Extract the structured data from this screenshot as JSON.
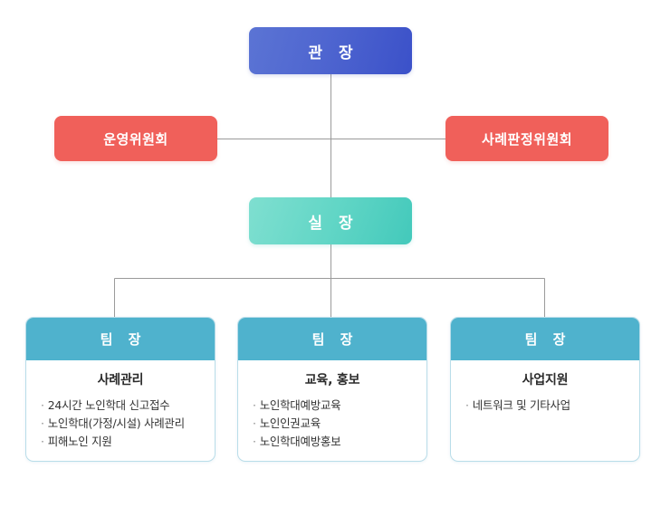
{
  "chart": {
    "type": "org-chart",
    "title": "",
    "colors": {
      "director": "#4f66d0",
      "committee": "#f0605a",
      "manager": "#62d6c6",
      "team_header": "#4fb2cd",
      "team_border": "#b9dde9",
      "connector_line": "#9a9a9a",
      "background": "#ffffff"
    },
    "bullet_glyph": "·"
  },
  "director": {
    "label": "관 장"
  },
  "committees": [
    {
      "label": "운영위원회",
      "side": "left"
    },
    {
      "label": "사례판정위원회",
      "side": "right"
    }
  ],
  "manager": {
    "label": "실 장"
  },
  "teams": [
    {
      "header": "팀 장",
      "title": "사례관리",
      "items": [
        "24시간 노인학대 신고접수",
        "노인학대(가정/시설) 사례관리",
        "피해노인 지원"
      ]
    },
    {
      "header": "팀 장",
      "title": "교육, 홍보",
      "items": [
        "노인학대예방교육",
        "노인인권교육",
        "노인학대예방홍보"
      ]
    },
    {
      "header": "팀 장",
      "title": "사업지원",
      "items": [
        "네트워크 및 기타사업"
      ]
    }
  ]
}
